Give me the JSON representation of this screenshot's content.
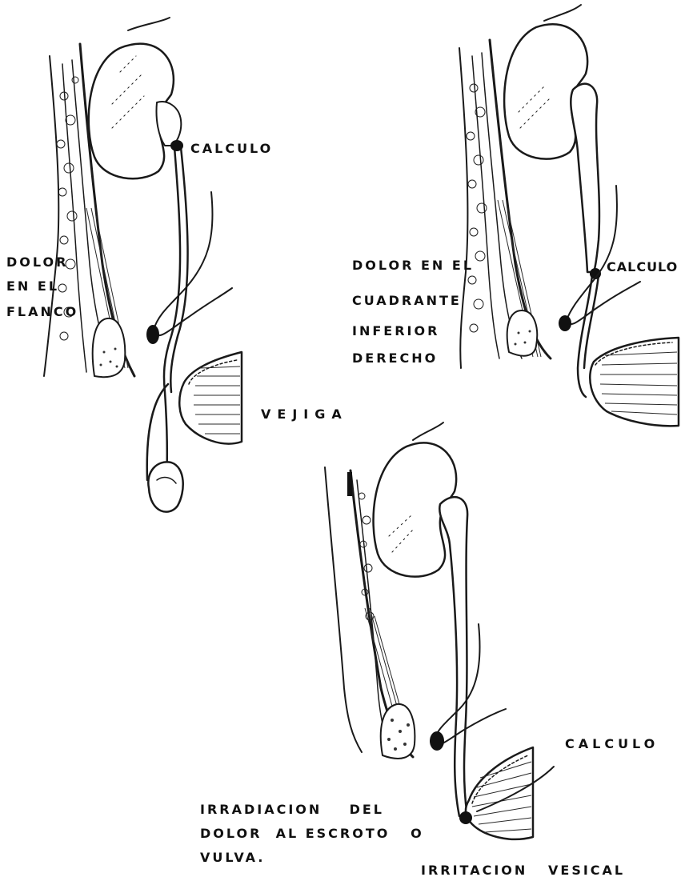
{
  "figure1": {
    "label_pain_lines": [
      "DOLOR",
      "EN EL",
      "FLANCO"
    ],
    "label_stone": "CALCULO",
    "label_bladder": "VEJIGA"
  },
  "figure2": {
    "label_pain_lines": [
      "DOLOR  EN  EL",
      "CUADRANTE",
      "INFERIOR",
      "DERECHO"
    ],
    "label_stone": "CALCULO"
  },
  "figure3": {
    "label_radiation_lines": [
      "IRRADIACION    DEL",
      "DOLOR  AL ESCROTO   O",
      "VULVA."
    ],
    "label_stone": "CALCULO",
    "label_bladder_irritation": "IRRITACION   VESICAL"
  }
}
